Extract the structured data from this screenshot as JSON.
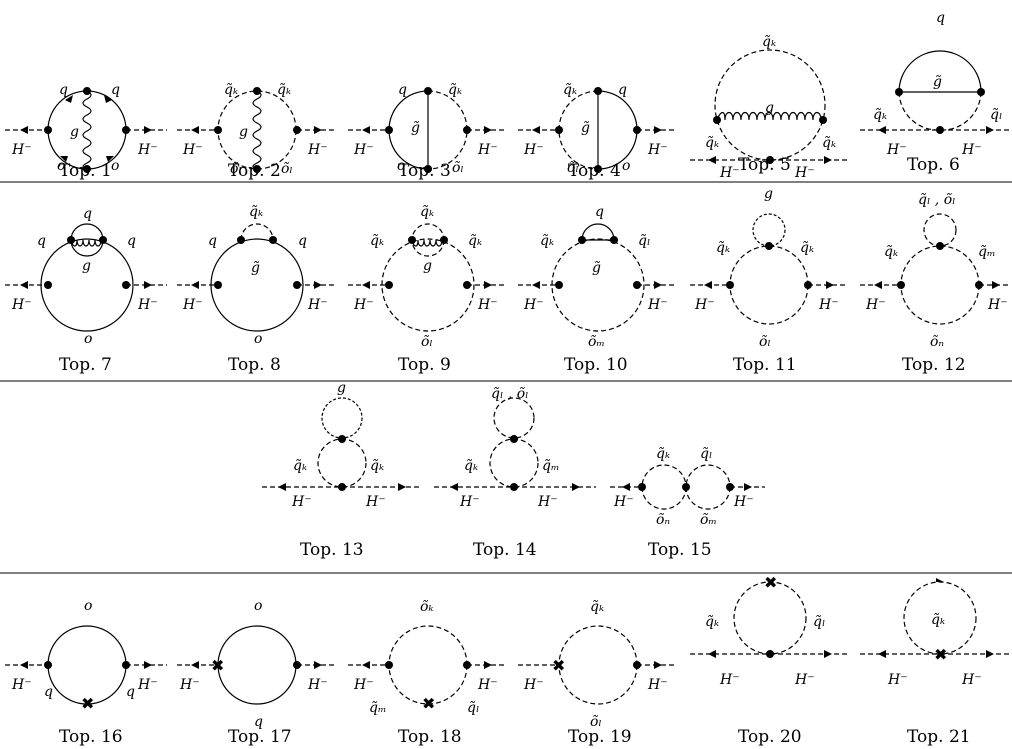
{
  "labels": {
    "q": "q",
    "o": "o",
    "g": "g",
    "H": "H⁻",
    "gluino": "g̃",
    "sq_k": "q̃ₖ",
    "sq_l": "q̃ₗ",
    "sq_m": "q̃ₘ",
    "so_k": "õₖ",
    "so_l": "õₗ",
    "so_m": "õₘ",
    "so_n": "õₙ",
    "sq_l_so_l": "q̃ₗ , õₗ"
  },
  "captions": [
    "Top. 1",
    "Top. 2",
    "Top. 3",
    "Top. 4",
    "Top. 5",
    "Top. 6",
    "Top. 7",
    "Top. 8",
    "Top. 9",
    "Top. 10",
    "Top. 11",
    "Top. 12",
    "Top. 13",
    "Top. 14",
    "Top. 15",
    "Top. 16",
    "Top. 17",
    "Top. 18",
    "Top. 19",
    "Top. 20",
    "Top. 21"
  ]
}
